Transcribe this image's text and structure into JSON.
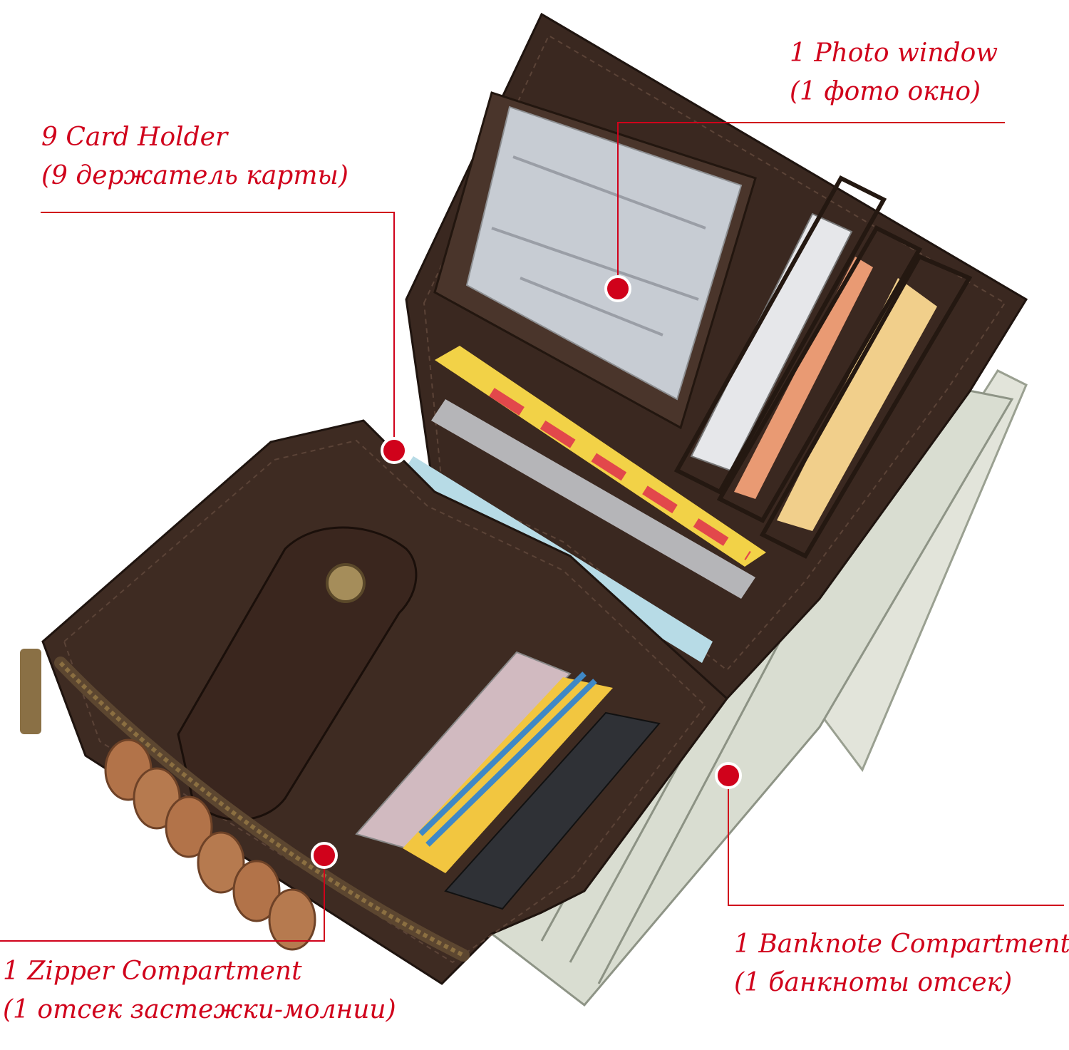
{
  "labels": {
    "photo_window": {
      "en": "1 Photo window",
      "ru": "(1 фото окно)"
    },
    "card_holder": {
      "en": "9 Card Holder",
      "ru": "(9 держатель карты)"
    },
    "banknote": {
      "en": "1 Banknote Compartment",
      "ru": "(1 банкноты отсек)"
    },
    "zipper": {
      "en": "1 Zipper Compartment",
      "ru": "(1 отсек застежки-молнии)"
    }
  },
  "colors": {
    "accent": "#d0021b",
    "leather": "#3e2b22",
    "leather_dark": "#2a1c16",
    "cash": "#d8dcd0"
  }
}
